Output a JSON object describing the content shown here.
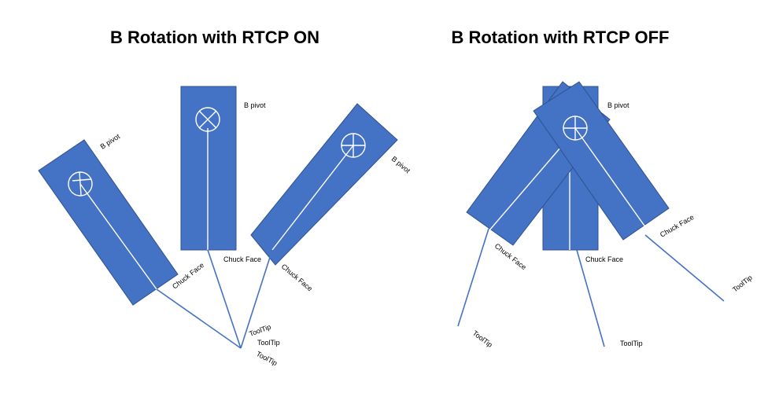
{
  "left_diagram": {
    "title": "B Rotation with RTCP ON",
    "labels": {
      "pivot_left": "B pivot",
      "pivot_center": "B pivot",
      "pivot_right": "B pivot",
      "chuck_left": "Chuck Face",
      "chuck_center": "Chuck Face",
      "chuck_right": "Chuck Face",
      "tooltip_1": "ToolTip",
      "tooltip_2": "ToolTip",
      "tooltip_3": "ToolTip"
    }
  },
  "right_diagram": {
    "title": "B Rotation with RTCP OFF",
    "labels": {
      "pivot": "B pivot",
      "chuck_left": "Chuck Face",
      "chuck_center": "Chuck Face",
      "chuck_right": "Chuck Face",
      "tooltip_left": "ToolTip",
      "tooltip_center": "ToolTip",
      "tooltip_right": "ToolTip"
    }
  },
  "colors": {
    "bar_fill": "#4472c4",
    "bar_stroke": "#2f528f",
    "marker": "#ffffff",
    "background": "#ffffff"
  }
}
